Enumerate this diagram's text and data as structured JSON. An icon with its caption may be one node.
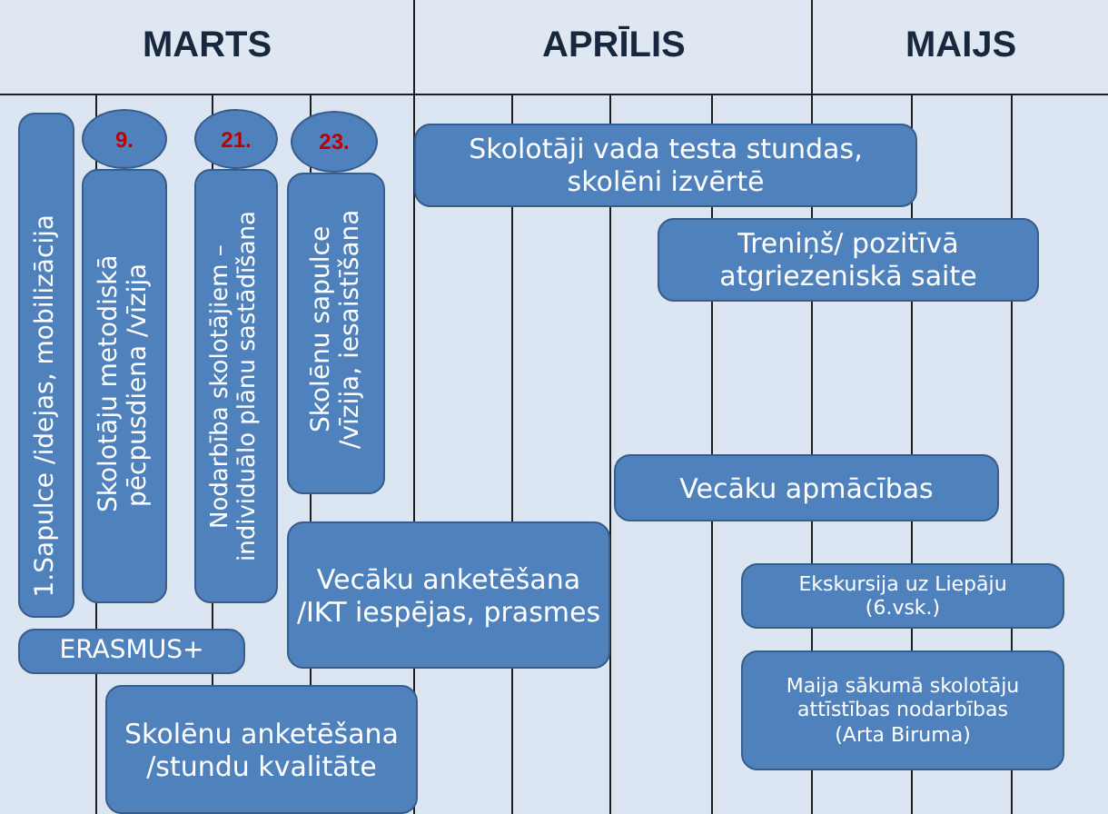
{
  "diagram": {
    "nodes": [
      {
        "text": [
          "1.Sapulce /idejas, mobilizācija"
        ]
      },
      {
        "text": [
          "Skolotāju metodiskā pēcpusdiena /vīzija"
        ]
      },
      {
        "text": [
          "9."
        ]
      },
      {
        "text": [
          "Nodarbība skolotājiem – individuālo plānu sastādīšana"
        ]
      },
      {
        "text": [
          "21."
        ]
      },
      {
        "text": [
          "Skolēnu sapulce /vīzija, iesaistīšana"
        ]
      },
      {
        "text": [
          "23."
        ]
      },
      {
        "text": [
          "Skolotāji vada testa stundas, skolēni izvērtē"
        ]
      },
      {
        "text": [
          "Treniņš/ pozitīvā atgriezeniskā saite"
        ]
      },
      {
        "text": [
          "Vecāku apmācības"
        ]
      },
      {
        "text": [
          "Vecāku anketēšana /IKT iespējas, prasmes"
        ]
      },
      {
        "text": [
          "ERASMUS+"
        ]
      },
      {
        "text": [
          "Ekskursija uz Liepāju (6.vsk.)"
        ]
      },
      {
        "text": [
          "Skolēnu anketēšana /stundu kvalitāte"
        ]
      },
      {
        "text": [
          "Maija sākumā skolotāju attīstības nodarbības (Arta Biruma)"
        ]
      }
    ],
    "edges": [],
    "labels": [
      "MARTS",
      "APRĪLIS",
      "MAIJS"
    ]
  }
}
